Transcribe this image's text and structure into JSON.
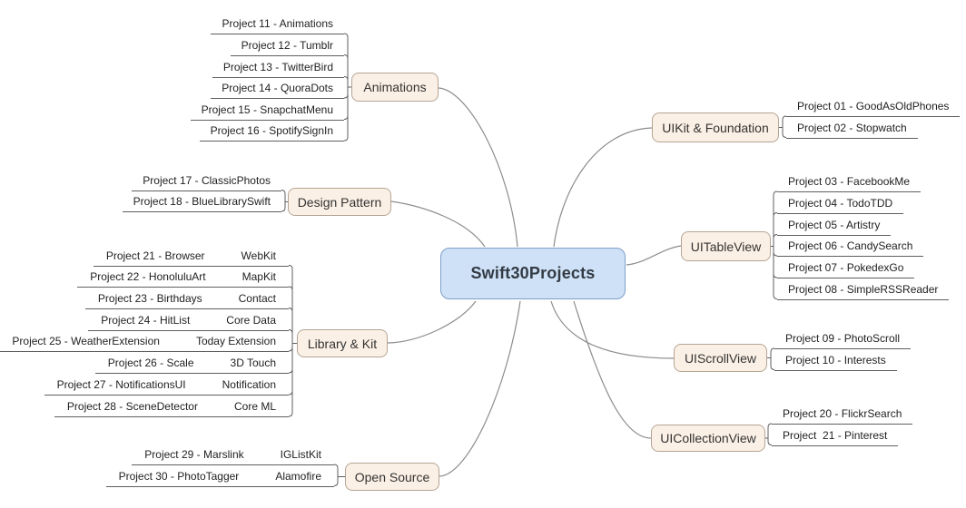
{
  "title": "Swift30Projects",
  "colors": {
    "center_fill": "#cfe1f6",
    "center_border": "#7d9fc8",
    "branch_fill": "#fbf0e5",
    "branch_border": "#b5a494",
    "line": "#8c8c8c",
    "bracket": "#5f5f5f"
  },
  "branches": [
    {
      "label": "Animations",
      "side": "left",
      "items": [
        {
          "label": "Project 11 - Animations"
        },
        {
          "label": "Project 12 - Tumblr"
        },
        {
          "label": "Project 13 - TwitterBird"
        },
        {
          "label": "Project 14 - QuoraDots"
        },
        {
          "label": "Project 15 - SnapchatMenu"
        },
        {
          "label": "Project 16 - SpotifySignIn"
        }
      ]
    },
    {
      "label": "Design Pattern",
      "side": "left",
      "items": [
        {
          "label": "Project 17 - ClassicPhotos"
        },
        {
          "label": "Project 18 - BlueLibrarySwift"
        }
      ]
    },
    {
      "label": "Library & Kit",
      "side": "left",
      "items": [
        {
          "label": "Project 21 - Browser",
          "note": "WebKit"
        },
        {
          "label": "Project 22 - HonoluluArt",
          "note": "MapKit"
        },
        {
          "label": "Project 23 - Birthdays",
          "note": "Contact"
        },
        {
          "label": "Project 24 - HitList",
          "note": "Core Data"
        },
        {
          "label": "Project 25 - WeatherExtension",
          "note": "Today Extension"
        },
        {
          "label": "Project 26 - Scale",
          "note": "3D Touch"
        },
        {
          "label": "Project 27 - NotificationsUI",
          "note": "Notification"
        },
        {
          "label": "Project 28 - SceneDetector",
          "note": "Core ML"
        }
      ]
    },
    {
      "label": "Open Source",
      "side": "left",
      "items": [
        {
          "label": "Project 29 - Marslink",
          "note": "IGListKit"
        },
        {
          "label": "Project 30 - PhotoTagger",
          "note": "Alamofire"
        }
      ]
    },
    {
      "label": "UIKit & Foundation",
      "side": "right",
      "items": [
        {
          "label": "Project 01 - GoodAsOldPhones"
        },
        {
          "label": "Project 02 - Stopwatch"
        }
      ]
    },
    {
      "label": "UITableView",
      "side": "right",
      "items": [
        {
          "label": "Project 03 - FacebookMe"
        },
        {
          "label": "Project 04 - TodoTDD"
        },
        {
          "label": "Project 05 - Artistry"
        },
        {
          "label": "Project 06 - CandySearch"
        },
        {
          "label": "Project 07 - PokedexGo"
        },
        {
          "label": "Project 08 - SimpleRSSReader"
        }
      ]
    },
    {
      "label": "UIScrollView",
      "side": "right",
      "items": [
        {
          "label": "Project 09 - PhotoScroll"
        },
        {
          "label": "Project 10 - Interests"
        }
      ]
    },
    {
      "label": "UICollectionView",
      "side": "right",
      "items": [
        {
          "label": "Project 20 - FlickrSearch"
        },
        {
          "label": "Project  21 - Pinterest"
        }
      ]
    }
  ]
}
